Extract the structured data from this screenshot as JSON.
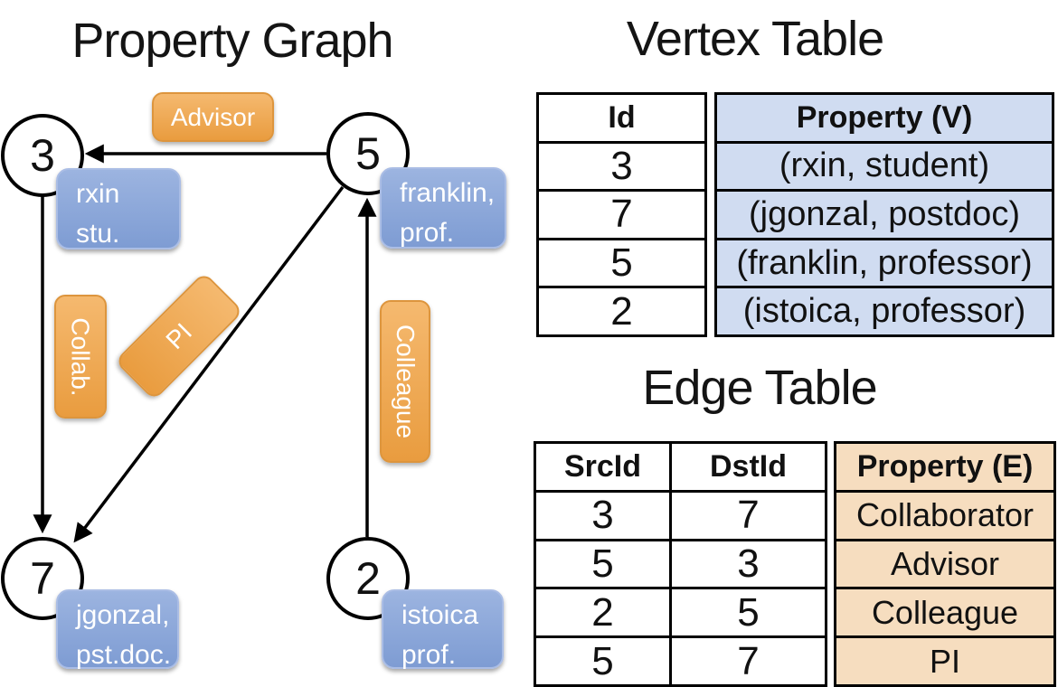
{
  "graph_panel": {
    "title": "Property Graph",
    "nodes": [
      {
        "id": "3"
      },
      {
        "id": "5"
      },
      {
        "id": "7"
      },
      {
        "id": "2"
      }
    ],
    "vertex_labels": [
      {
        "line1": "rxin",
        "line2": "stu."
      },
      {
        "line1": "franklin,",
        "line2": "prof."
      },
      {
        "line1": "jgonzal,",
        "line2": "pst.doc."
      },
      {
        "line1": "istoica",
        "line2": "prof."
      }
    ],
    "edge_labels": {
      "advisor": "Advisor",
      "collab": "Collab.",
      "pi": "PI",
      "colleague": "Colleague"
    }
  },
  "vertex_table": {
    "title": "Vertex Table",
    "id_header": "Id",
    "property_header": "Property (V)",
    "rows": [
      {
        "id": "3",
        "property": "(rxin, student)"
      },
      {
        "id": "7",
        "property": "(jgonzal, postdoc)"
      },
      {
        "id": "5",
        "property": "(franklin, professor)"
      },
      {
        "id": "2",
        "property": "(istoica, professor)"
      }
    ]
  },
  "edge_table": {
    "title": "Edge Table",
    "src_header": "SrcId",
    "dst_header": "DstId",
    "property_header": "Property (E)",
    "rows": [
      {
        "src": "3",
        "dst": "7",
        "property": "Collaborator"
      },
      {
        "src": "5",
        "dst": "3",
        "property": "Advisor"
      },
      {
        "src": "2",
        "dst": "5",
        "property": "Colleague"
      },
      {
        "src": "5",
        "dst": "7",
        "property": "PI"
      }
    ]
  },
  "colors": {
    "edge_label_orange_top": "#f5b96f",
    "edge_label_orange_bottom": "#e99c3f",
    "vertex_label_blue_top": "#9cb4e0",
    "vertex_label_blue_bottom": "#7e9cd3",
    "vertex_table_cell_bg": "#d0dcf1",
    "edge_table_cell_bg": "#f6ddbf",
    "line_color": "#000000"
  }
}
